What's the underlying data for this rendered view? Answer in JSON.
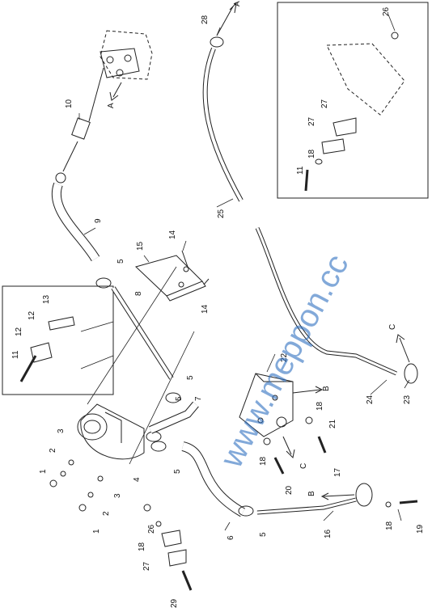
{
  "watermark": "www.meppon.cc",
  "labels": {
    "l1a": "1",
    "l1b": "1",
    "l2a": "2",
    "l2b": "2",
    "l3a": "3",
    "l3b": "3",
    "l4": "4",
    "l5a": "5",
    "l5b": "5",
    "l5c": "5",
    "l5d": "5",
    "l5e": "5",
    "l6": "6",
    "l7": "7",
    "l8": "8",
    "l9": "9",
    "l10": "10",
    "l11a": "11",
    "l11b": "11",
    "l12a": "12",
    "l12b": "12",
    "l13": "13",
    "l14a": "14",
    "l14b": "14",
    "l15": "15",
    "l16": "16",
    "l17": "17",
    "l18a": "18",
    "l18b": "18",
    "l18c": "18",
    "l18d": "18",
    "l18e": "18",
    "l19": "19",
    "l20": "20",
    "l21": "21",
    "l22": "22",
    "l23": "23",
    "l24": "24",
    "l25": "25",
    "l26a": "26",
    "l26b": "26",
    "l27a": "27",
    "l27b": "27",
    "l27c": "27",
    "l28": "28",
    "l29": "29"
  },
  "arrows": {
    "a_top": "A",
    "a_motor": "A",
    "b_side": "B",
    "b_left": "B",
    "c_right": "C",
    "c_block": "C"
  }
}
